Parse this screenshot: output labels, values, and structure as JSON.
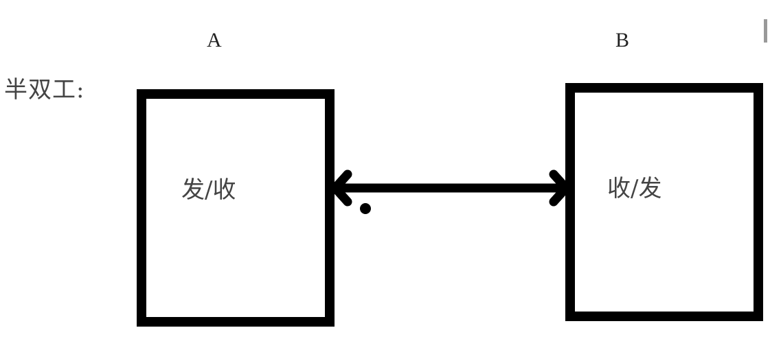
{
  "title": "半双工:",
  "nodes": {
    "a": {
      "name": "A",
      "role": "发/收"
    },
    "b": {
      "name": "B",
      "role": "收/发"
    }
  },
  "link": {
    "type": "bidirectional"
  },
  "colors": {
    "box_border": "#000000",
    "arrow": "#000000",
    "text": "#444444"
  }
}
